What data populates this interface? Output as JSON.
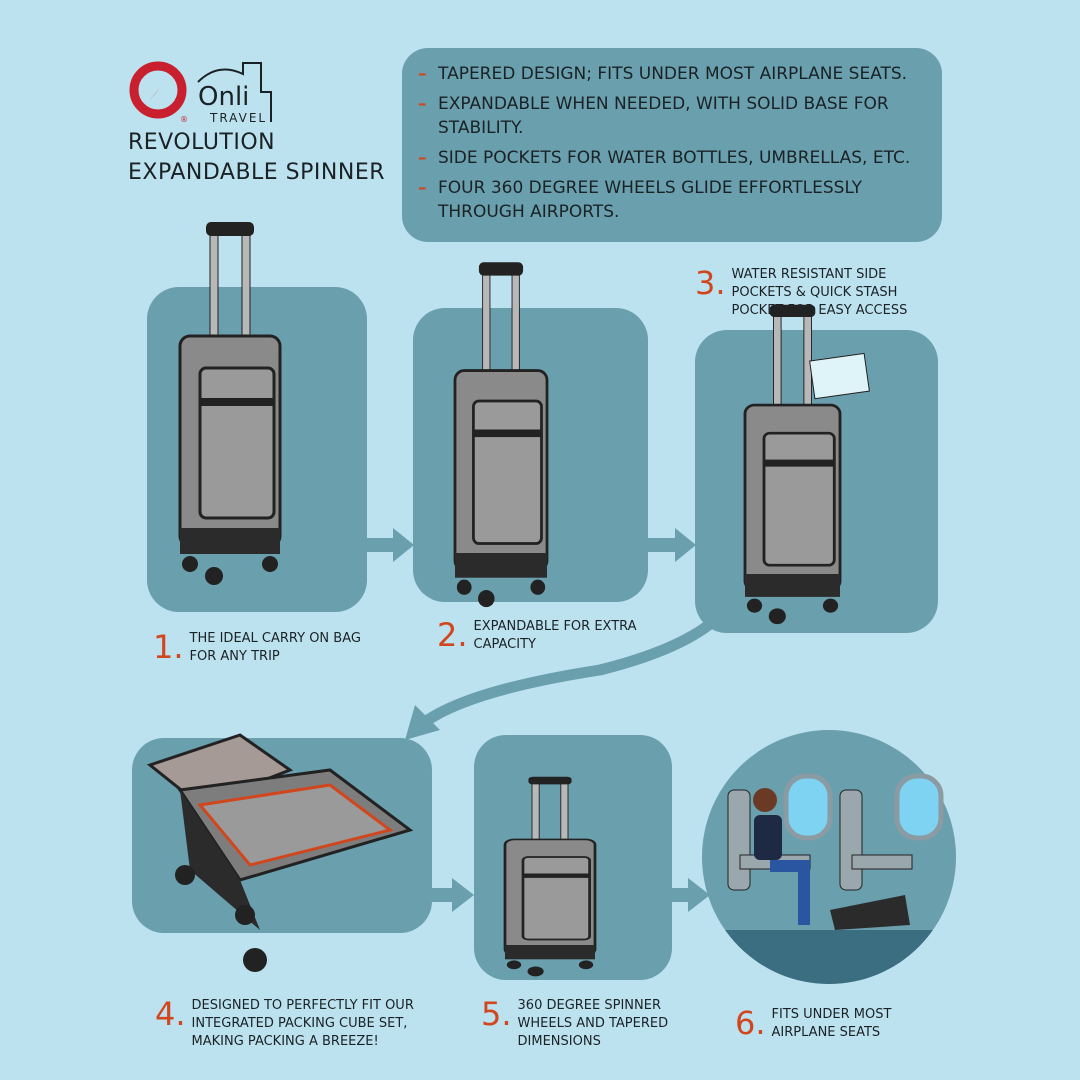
{
  "brand": {
    "name": "Onli",
    "sub": "TRAVEL",
    "registered": "®",
    "primary_color": "#c8202f"
  },
  "title": {
    "line1": "REVOLUTION",
    "line2": "EXPANDABLE SPINNER"
  },
  "features": [
    "Tapered design; fits under most airplane seats.",
    "Expandable when needed, with solid base for stability.",
    "Side pockets for water bottles, umbrellas, etc.",
    "Four 360 degree wheels glide effortlessly through airports."
  ],
  "steps": [
    {
      "num": "1.",
      "text": "The ideal carry on bag for any trip"
    },
    {
      "num": "2.",
      "text": "Expandable for extra capacity"
    },
    {
      "num": "3.",
      "text": "Water resistant side pockets & quick stash pocket for easy access"
    },
    {
      "num": "4.",
      "text": "Designed to perfectly fit our integrated packing cube set, making packing a breeze!"
    },
    {
      "num": "5.",
      "text": "360 degree spinner wheels and tapered dimensions"
    },
    {
      "num": "6.",
      "text": "Fits under most airplane seats"
    }
  ],
  "colors": {
    "background": "#bde2ef",
    "panel": "#6a9fad",
    "accent": "#d2461e",
    "text": "#1a2226"
  }
}
